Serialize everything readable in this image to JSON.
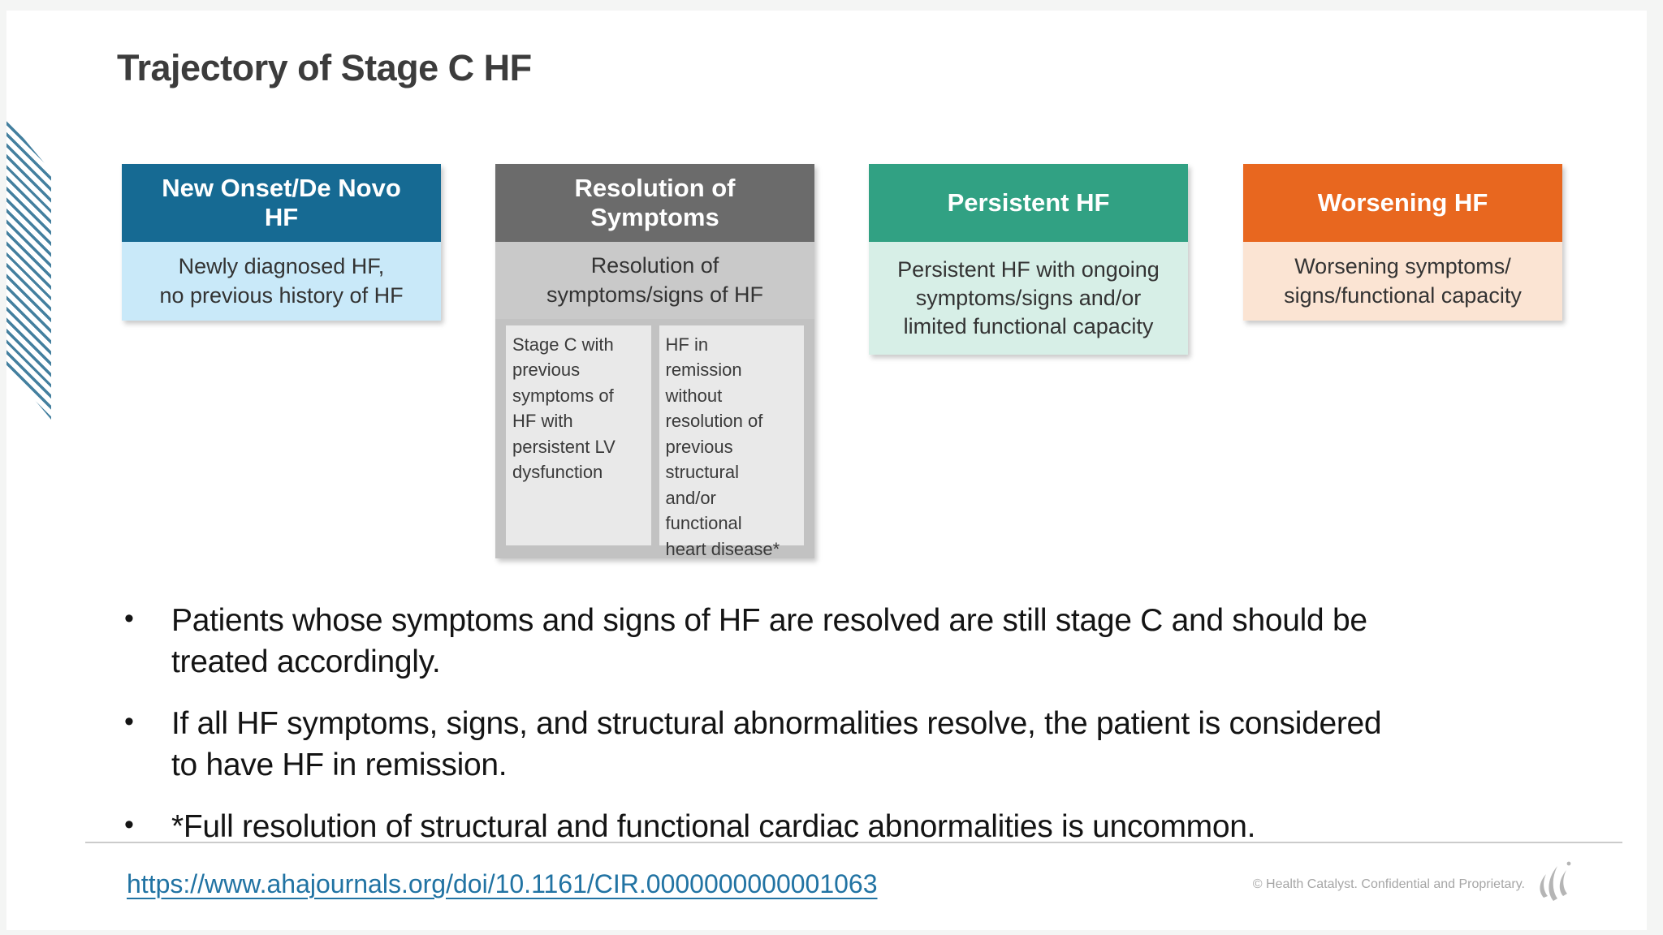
{
  "slide": {
    "title": "Trajectory of Stage C HF",
    "columns": [
      {
        "header": "New Onset/De Novo\nHF",
        "body": "Newly diagnosed HF,\nno previous history of HF",
        "header_color": "#166a93",
        "body_color": "#c9e9f9"
      },
      {
        "header": "Resolution of\nSymptoms",
        "body": "Resolution of\nsymptoms/signs of HF",
        "header_color": "#6b6b6b",
        "body_color": "#c9c9c9",
        "subwrap_color": "#c2c2c2",
        "subbox_color": "#e9e9e9",
        "sub_boxes": [
          "Stage C with\nprevious\nsymptoms of\nHF with\npersistent LV\ndysfunction",
          "HF in\nremission\nwithout\nresolution of\nprevious\nstructural\nand/or\nfunctional\nheart disease*"
        ]
      },
      {
        "header": "Persistent HF",
        "body": "Persistent HF with ongoing\nsymptoms/signs and/or\nlimited functional capacity",
        "header_color": "#31a183",
        "body_color": "#d7efe7"
      },
      {
        "header": "Worsening HF",
        "body": "Worsening symptoms/\nsigns/functional capacity",
        "header_color": "#e8671f",
        "body_color": "#fbe4d3"
      }
    ],
    "bullets": [
      {
        "marker": "•",
        "text": "Patients whose symptoms and signs of HF are resolved are still stage C and should be\ntreated accordingly."
      },
      {
        "marker": "•",
        "text": "If all HF symptoms, signs, and structural abnormalities resolve, the patient is considered\nto have HF in remission."
      },
      {
        "marker": "•",
        "text": "*Full resolution of structural and functional cardiac abnormalities is uncommon."
      }
    ],
    "footer": {
      "link": "https://www.ahajournals.org/doi/10.1161/CIR.0000000000001063",
      "copyright": "© Health Catalyst. Confidential and Proprietary.",
      "logo": "health-catalyst-flame-logo"
    },
    "colors": {
      "stripe_accent": "#44809f",
      "link": "#2173a3",
      "title_text": "#3c3c3c",
      "divider": "#cbcbcb",
      "logo_gray": "#b5b5b5",
      "viewer_background": "#f4f5f4"
    }
  }
}
